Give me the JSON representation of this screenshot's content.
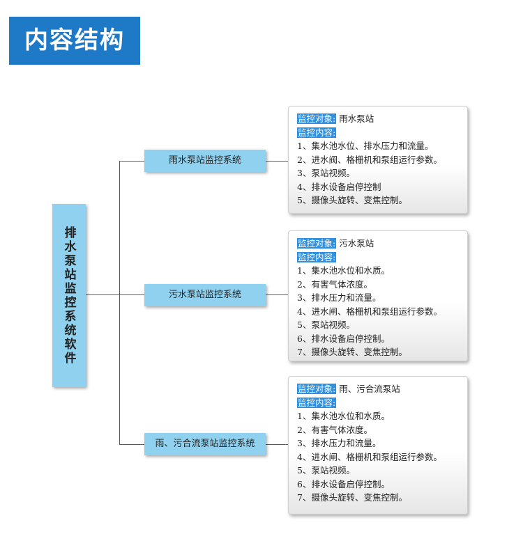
{
  "header": {
    "title": "内容结构"
  },
  "root": {
    "label": "排水泵站监控系统软件"
  },
  "tags": {
    "object": "监控对象:",
    "content": "监控内容:"
  },
  "systems": [
    {
      "name": "雨水泵站监控系统",
      "object": "雨水泵站",
      "items": [
        "1、集水池水位、排水压力和流量。",
        "2、进水阀、格栅机和泵组运行参数。",
        "3、泵站视频。",
        "4、排水设备启停控制",
        "5、摄像头旋转、变焦控制。"
      ]
    },
    {
      "name": "污水泵站监控系统",
      "object": "污水泵站",
      "items": [
        "1、集水池水位和水质。",
        "2、有害气体浓度。",
        "3、排水压力和流量。",
        "4、进水闸、格栅机和泵组运行参数。",
        "5、泵站视频。",
        "6、排水设备启停控制。",
        "7、摄像头旋转、变焦控制。"
      ]
    },
    {
      "name": "雨、污合流泵站监控系统",
      "object": "雨、污合流泵站",
      "items": [
        "1、集水池水位和水质。",
        "2、有害气体浓度。",
        "3、排水压力和流量。",
        "4、进水闸、格栅机和泵组运行参数。",
        "5、泵站视频。",
        "6、排水设备启停控制。",
        "7、摄像头旋转、变焦控制。"
      ]
    }
  ]
}
